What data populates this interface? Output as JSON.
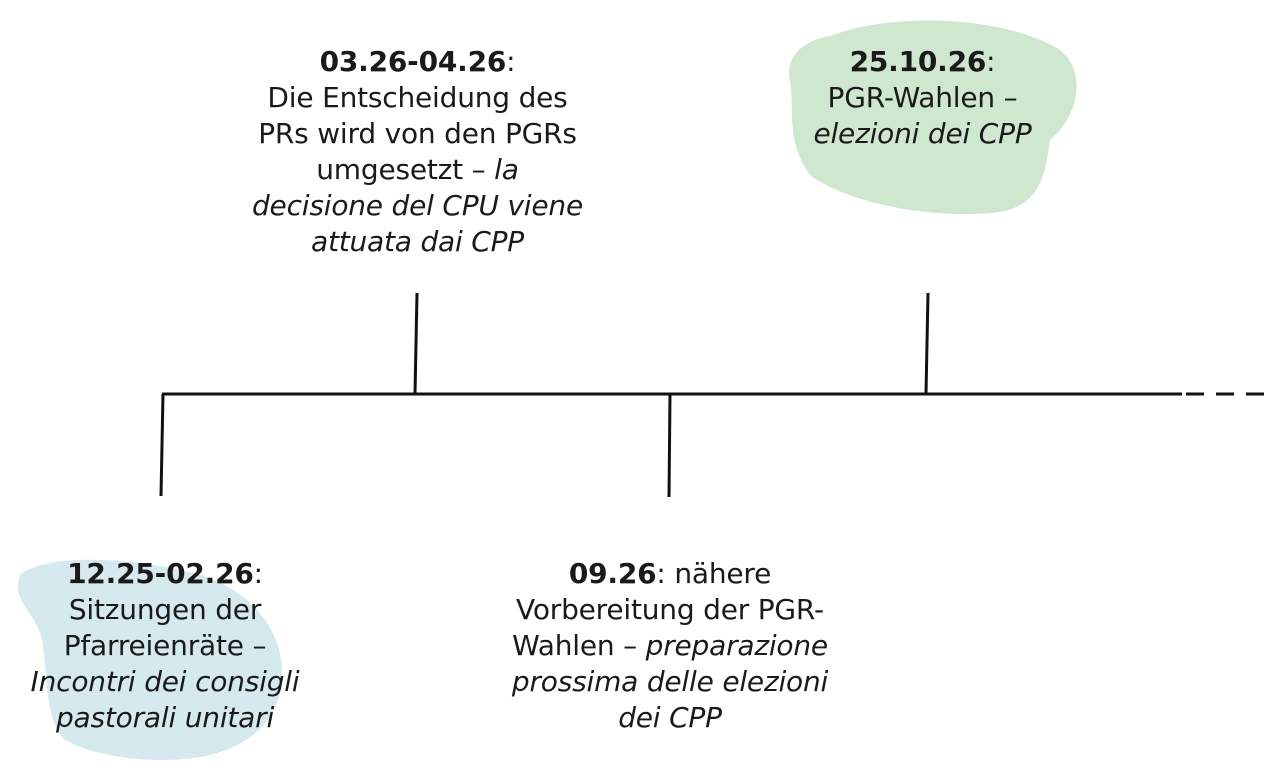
{
  "colors": {
    "line": "#111111",
    "green_blob": "#cfe7cf",
    "blue_blob": "#d5e9ef"
  },
  "events": [
    {
      "date": "12.25-02.26",
      "colon": ":",
      "de": "Sitzungen der Pfarreienräte –",
      "it": "Incontri dei consigli pastorali unitari"
    },
    {
      "date": "03.26-04.26",
      "colon": ":",
      "de": "Die Entscheidung des PRs wird von den PGRs umgesetzt –",
      "it": "la decisione del CPU viene attuata dai CPP"
    },
    {
      "date": "09.26",
      "colon": ": nähere",
      "de": "Vorbereitung der PGR-Wahlen –",
      "it": "preparazione prossima delle elezioni dei CPP"
    },
    {
      "date": "25.10.26",
      "colon": ":",
      "de": "PGR-Wahlen –",
      "it": "elezioni dei CPP"
    }
  ]
}
